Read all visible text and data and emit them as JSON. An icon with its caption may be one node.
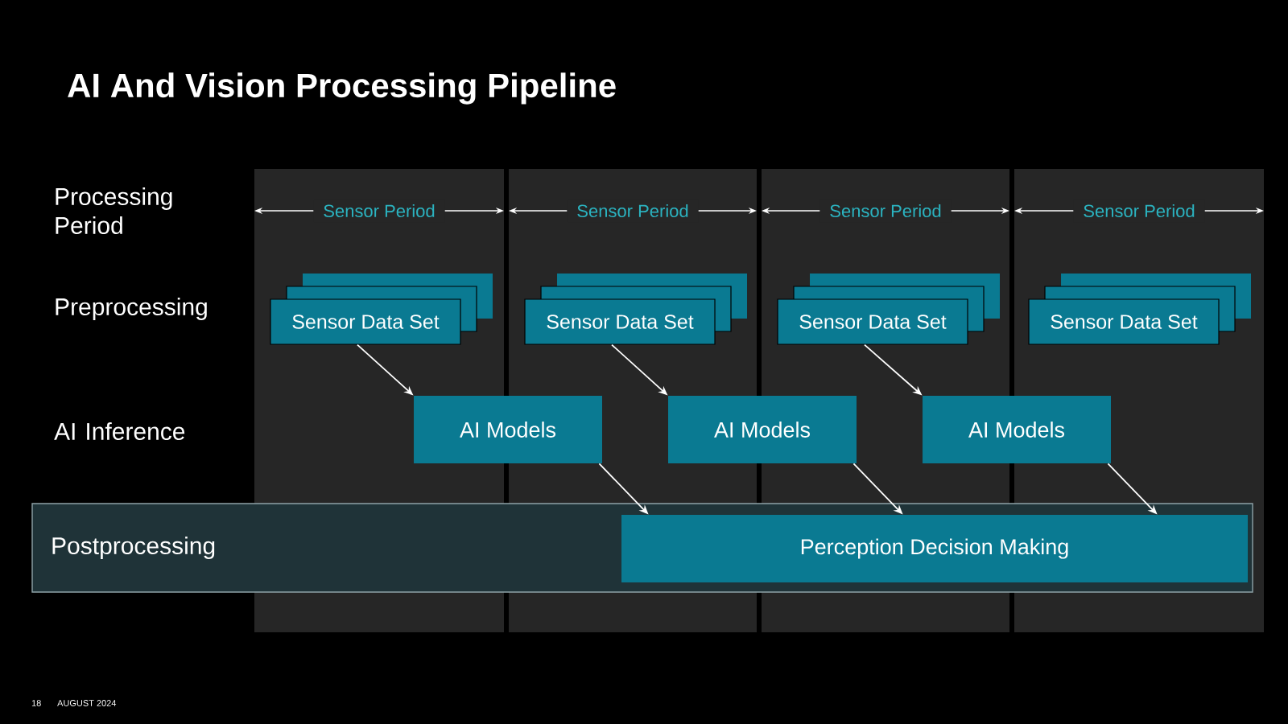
{
  "diagram": {
    "title": "AI And Vision Processing Pipeline",
    "nodes": [
      {
        "text": [
          "Sensor Data Set"
        ]
      },
      {
        "text": [
          "Sensor Data Set"
        ]
      },
      {
        "text": [
          "Sensor Data Set"
        ]
      },
      {
        "text": [
          "Sensor Data Set"
        ]
      },
      {
        "text": [
          "AI Models"
        ]
      },
      {
        "text": [
          "AI Models"
        ]
      },
      {
        "text": [
          "AI Models"
        ]
      },
      {
        "text": [
          "Postprocessing"
        ]
      },
      {
        "text": [
          "Perception Decision Making"
        ],
        "in": 7
      }
    ],
    "edges": [
      {
        "from": 0,
        "to": 4,
        "arrow": "to"
      },
      {
        "from": 1,
        "to": 5,
        "arrow": "to"
      },
      {
        "from": 2,
        "to": 6,
        "arrow": "to"
      },
      {
        "from": 4,
        "to": 8,
        "arrow": "to"
      },
      {
        "from": 5,
        "to": 8,
        "arrow": "to"
      },
      {
        "from": 6,
        "to": 8,
        "arrow": "to"
      }
    ],
    "labels": [
      "Processing Period",
      "Sensor Period",
      "Sensor Period",
      "Sensor Period",
      "Sensor Period",
      "Preprocessing",
      "AI Inference",
      "18",
      "AUGUST 2024"
    ]
  }
}
